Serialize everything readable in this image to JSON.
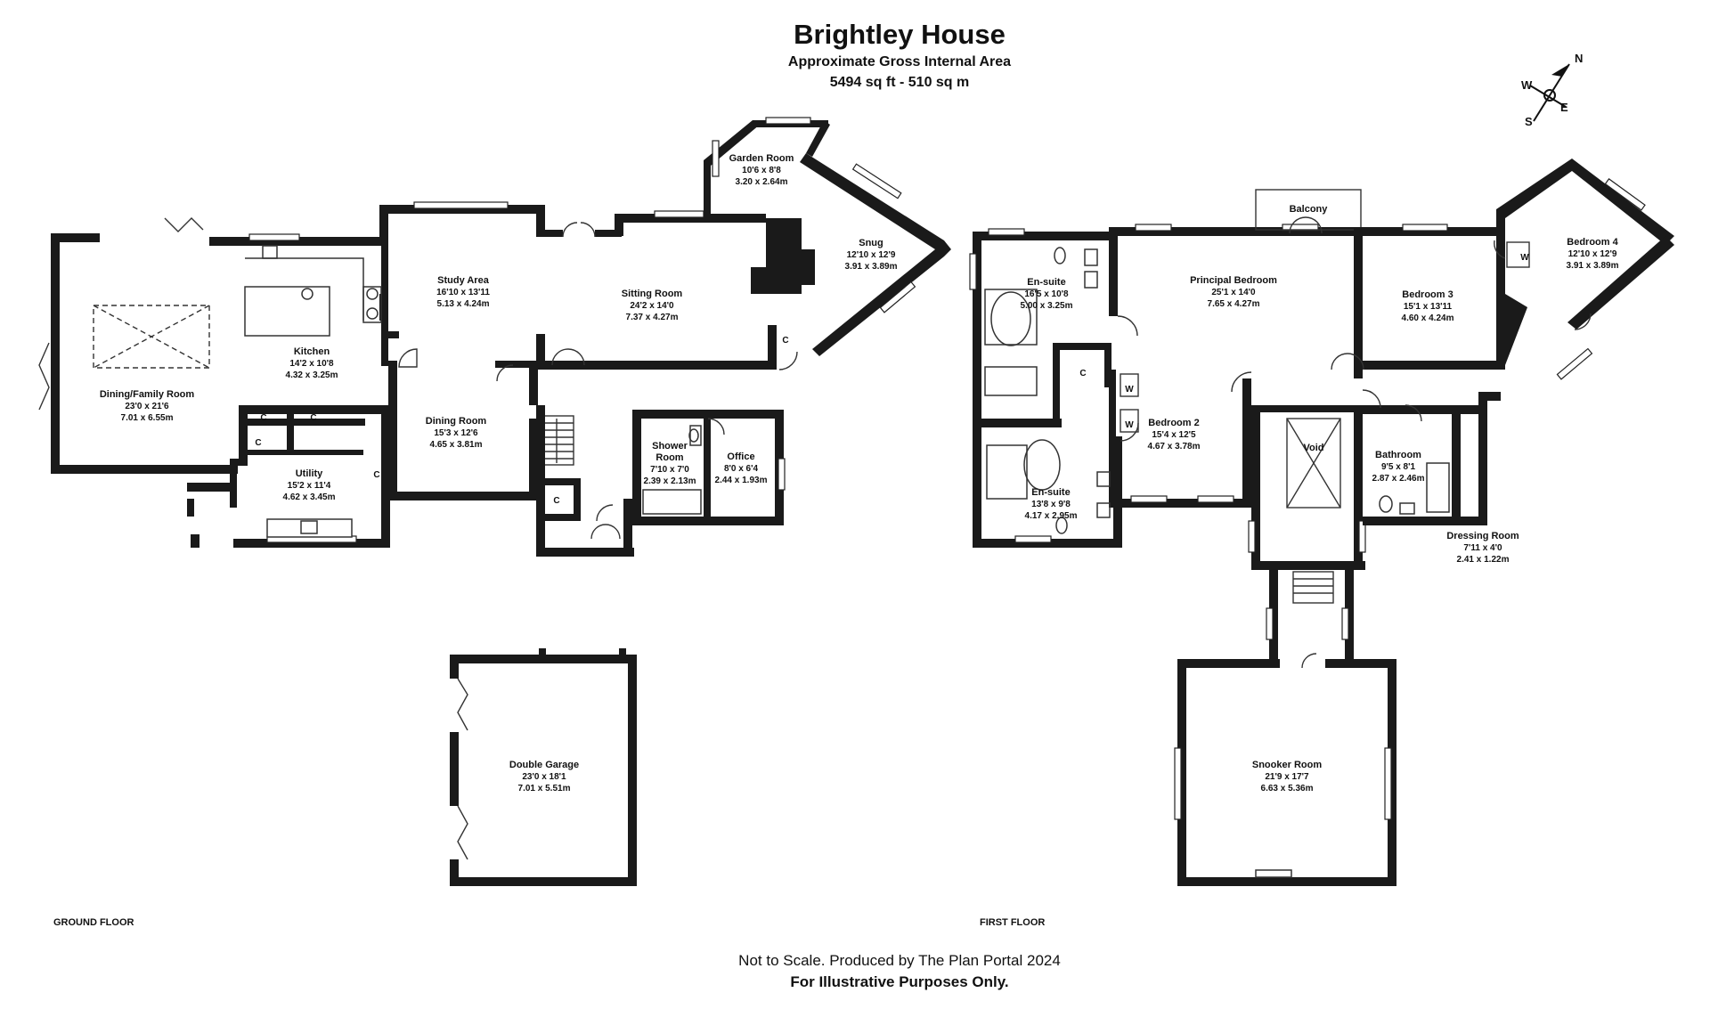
{
  "header": {
    "title": "Brightley House",
    "subtitle": "Approximate Gross Internal Area",
    "area": "5494 sq ft - 510 sq m"
  },
  "compass": {
    "n": "N",
    "w": "W",
    "e": "E",
    "s": "S"
  },
  "floors": {
    "ground": "GROUND FLOOR",
    "first": "FIRST FLOOR"
  },
  "footer": {
    "note": "Not to Scale. Produced by The Plan Portal 2024",
    "disclaimer": "For Illustrative Purposes Only."
  },
  "ground_rooms": {
    "dining_family": {
      "name": "Dining/Family Room",
      "imperial": "23'0 x 21'6",
      "metric": "7.01 x 6.55m"
    },
    "kitchen": {
      "name": "Kitchen",
      "imperial": "14'2 x 10'8",
      "metric": "4.32 x 3.25m"
    },
    "utility": {
      "name": "Utility",
      "imperial": "15'2 x 11'4",
      "metric": "4.62 x 3.45m"
    },
    "study": {
      "name": "Study Area",
      "imperial": "16'10 x 13'11",
      "metric": "5.13 x 4.24m"
    },
    "dining": {
      "name": "Dining Room",
      "imperial": "15'3 x 12'6",
      "metric": "4.65 x 3.81m"
    },
    "sitting": {
      "name": "Sitting Room",
      "imperial": "24'2 x 14'0",
      "metric": "7.37 x 4.27m"
    },
    "garden": {
      "name": "Garden Room",
      "imperial": "10'6 x 8'8",
      "metric": "3.20 x 2.64m"
    },
    "snug": {
      "name": "Snug",
      "imperial": "12'10 x 12'9",
      "metric": "3.91 x 3.89m"
    },
    "shower": {
      "name1": "Shower",
      "name2": "Room",
      "imperial": "7'10 x 7'0",
      "metric": "2.39 x 2.13m"
    },
    "office": {
      "name": "Office",
      "imperial": "8'0 x 6'4",
      "metric": "2.44 x 1.93m"
    },
    "garage": {
      "name": "Double Garage",
      "imperial": "23'0 x 18'1",
      "metric": "7.01 x 5.51m"
    }
  },
  "first_rooms": {
    "ensuite1": {
      "name": "En-suite",
      "imperial": "16'5 x 10'8",
      "metric": "5.00 x 3.25m"
    },
    "principal": {
      "name": "Principal Bedroom",
      "imperial": "25'1 x 14'0",
      "metric": "7.65 x 4.27m"
    },
    "balcony": {
      "name": "Balcony"
    },
    "bedroom3": {
      "name": "Bedroom 3",
      "imperial": "15'1 x 13'11",
      "metric": "4.60 x 4.24m"
    },
    "bedroom4": {
      "name": "Bedroom 4",
      "imperial": "12'10 x 12'9",
      "metric": "3.91 x 3.89m"
    },
    "bedroom2": {
      "name": "Bedroom 2",
      "imperial": "15'4 x 12'5",
      "metric": "4.67 x 3.78m"
    },
    "ensuite2": {
      "name": "En-suite",
      "imperial": "13'8 x 9'8",
      "metric": "4.17 x 2.95m"
    },
    "void": {
      "name": "Void"
    },
    "bathroom": {
      "name": "Bathroom",
      "imperial": "9'5 x 8'1",
      "metric": "2.87 x 2.46m"
    },
    "dressing": {
      "name": "Dressing Room",
      "imperial": "7'11 x 4'0",
      "metric": "2.41 x 1.22m"
    },
    "snooker": {
      "name": "Snooker Room",
      "imperial": "21'9 x 17'7",
      "metric": "6.63 x 5.36m"
    }
  },
  "markers": {
    "cupboard": "C",
    "wardrobe": "W"
  }
}
